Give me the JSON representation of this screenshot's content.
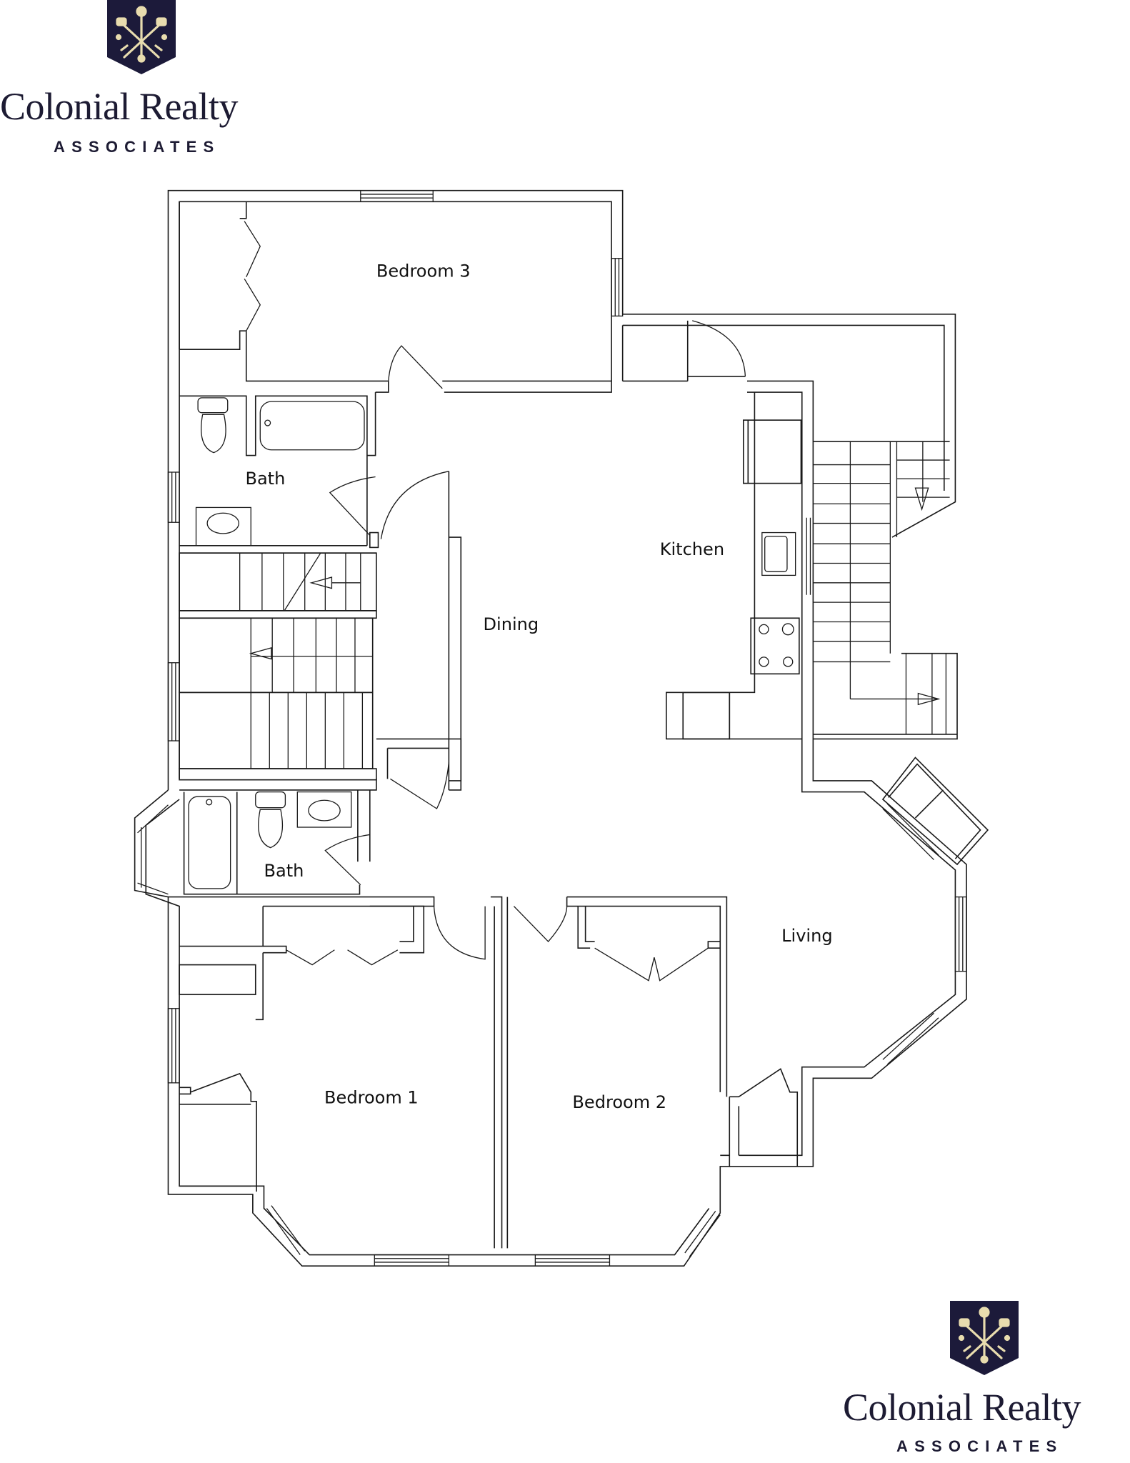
{
  "brand": {
    "name": "Colonial Realty",
    "subtitle": "ASSOCIATES",
    "shield_color": "#1c1a3a",
    "emblem_color": "#e8dcae",
    "emblem": "crossed-keys-icon"
  },
  "logos": [
    {
      "position": "top-left",
      "name": "Colonial Realty",
      "subtitle": "ASSOCIATES"
    },
    {
      "position": "bottom-right",
      "name": "Colonial Realty",
      "subtitle": "ASSOCIATES"
    }
  ],
  "floor_plan": {
    "rooms": [
      {
        "id": "bedroom3",
        "label": "Bedroom 3"
      },
      {
        "id": "bath_upper",
        "label": "Bath"
      },
      {
        "id": "kitchen",
        "label": "Kitchen"
      },
      {
        "id": "dining",
        "label": "Dining"
      },
      {
        "id": "bath_lower",
        "label": "Bath"
      },
      {
        "id": "living",
        "label": "Living"
      },
      {
        "id": "bedroom1",
        "label": "Bedroom 1"
      },
      {
        "id": "bedroom2",
        "label": "Bedroom 2"
      }
    ],
    "line_color": "#1a1a1a",
    "background": "#ffffff"
  }
}
